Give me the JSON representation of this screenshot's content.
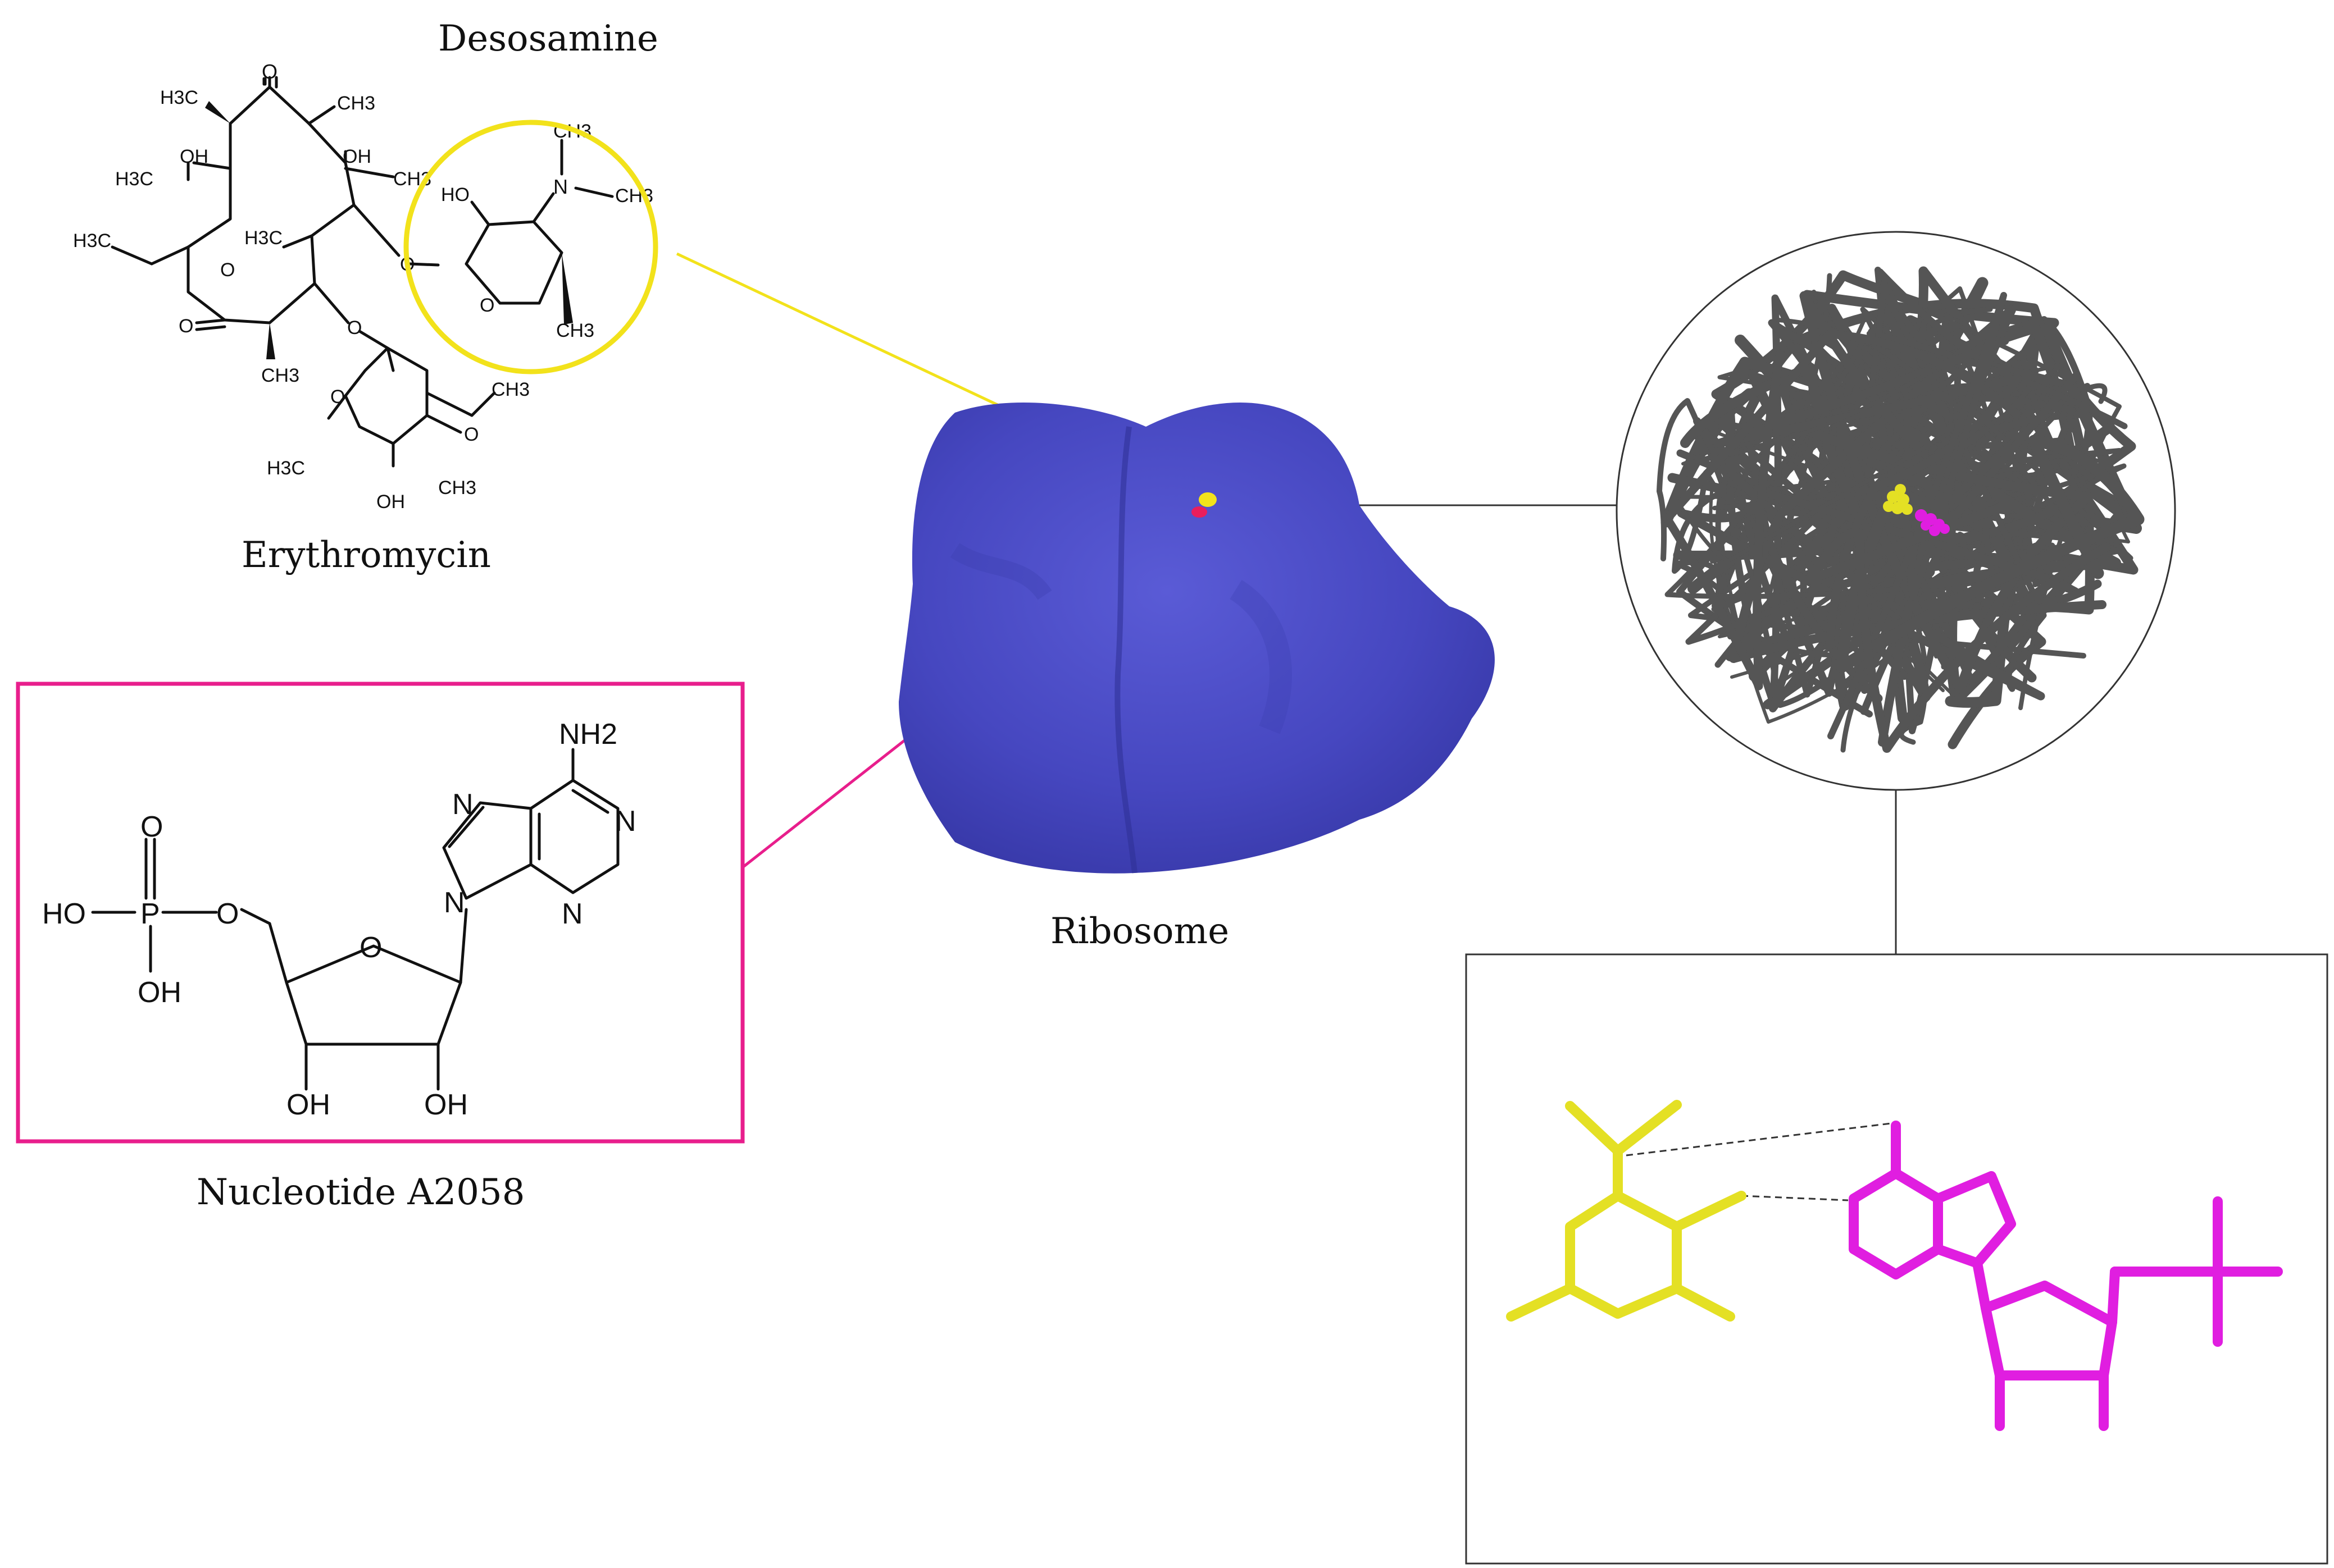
{
  "labels": {
    "desosamine": "Desosamine",
    "erythromycin": "Erythromycin",
    "ribosome": "Ribosome",
    "nucleotide": "Nucleotide A2058"
  },
  "erythromycin_atoms": {
    "o_ketone": "O",
    "ch3_top_left": "H3C",
    "ch3_top_right": "CH3",
    "oh_left": "OH",
    "oh_right": "OH",
    "ch3_c6": "H3C",
    "ch3_c12": "CH3",
    "ethyl": "H3C",
    "ch3_c8": "H3C",
    "o_ring": "O",
    "o_lactone": "O",
    "ch3_c2": "CH3",
    "o_glycosidic": "O",
    "o_glycosidic_2": "O",
    "o_sugar2": "O",
    "ch3_methoxy": "CH3",
    "o_methoxy": "O",
    "ch3_sugar2_a": "H3C",
    "ch3_sugar2_b": "CH3",
    "oh_sugar2": "OH"
  },
  "desosamine_atoms": {
    "ho": "HO",
    "n": "N",
    "ch3_n_top": "CH3",
    "ch3_n_right": "CH3",
    "o_ring": "O",
    "ch3_ring": "CH3"
  },
  "nucleotide_atoms": {
    "nh2": "NH2",
    "n1": "N",
    "n3": "N",
    "n7": "N",
    "n9": "N",
    "p": "P",
    "o_double": "O",
    "ho_p": "HO",
    "oh_p": "OH",
    "o_ester": "O",
    "o_ring": "O",
    "oh_3": "OH",
    "oh_2": "OH"
  },
  "colors": {
    "ribosome": "#4b4cc4",
    "highlight_yellow": "#f2e21b",
    "nucleotide_pink": "#e81e8c",
    "magenta_model": "#e01ee0",
    "yellow_model": "#e4e024",
    "rna_tube": "#555555"
  }
}
